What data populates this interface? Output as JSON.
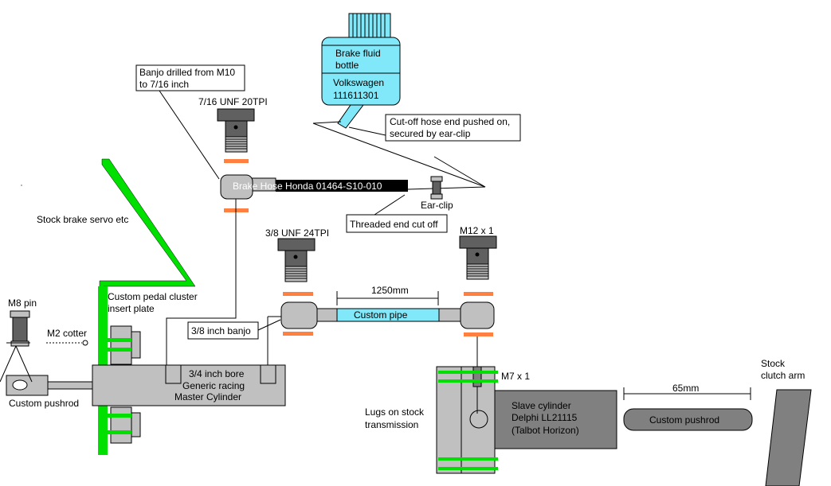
{
  "labels": {
    "fluid_bottle_line1": "Brake fluid",
    "fluid_bottle_line2": "bottle",
    "fluid_bottle_line3": "Volkswagen",
    "fluid_bottle_line4": "111611301",
    "banjo_drilled_line1": "Banjo drilled from M10",
    "banjo_drilled_line2": "to 7/16 inch",
    "thread_7_16": "7/16 UNF 20TPI",
    "cutoff_hose_line1": "Cut-off hose end pushed on,",
    "cutoff_hose_line2": "secured by ear-clip",
    "brake_hose": "Brake Hose Honda 01464-S10-010",
    "ear_clip": "Ear-clip",
    "threaded_end": "Threaded end cut off",
    "stock_brake_servo": "Stock brake servo etc",
    "thread_3_8": "3/8 UNF 24TPI",
    "m12": "M12 x 1",
    "pipe_length": "1250mm",
    "custom_pipe": "Custom pipe",
    "banjo_3_8": "3/8 inch banjo",
    "m8_pin": "M8 pin",
    "m2_cotter": "M2 cotter",
    "pedal_cluster_line1": "Custom pedal cluster",
    "pedal_cluster_line2": "insert plate",
    "bore": "3/4 inch bore",
    "mc_line1": "Generic racing",
    "mc_line2": "Master Cylinder",
    "custom_pushrod_left": "Custom pushrod",
    "m7": "M7 x 1",
    "lugs_line1": "Lugs on stock",
    "lugs_line2": "transmission",
    "slave_line1": "Slave cylinder",
    "slave_line2": "Delphi LL21115",
    "slave_line3": "(Talbot Horizon)",
    "dim_65": "65mm",
    "custom_pushrod_right": "Custom pushrod",
    "stock_clutch_line1": "Stock",
    "stock_clutch_line2": "clutch arm"
  },
  "colors": {
    "part_grey": "#c0c0c0",
    "dark_grey": "#808080",
    "bolt_dark": "#606060",
    "green": "#00e000",
    "orange": "#ff8040",
    "cyan": "#80e8f8",
    "black": "#000000",
    "white": "#ffffff"
  }
}
